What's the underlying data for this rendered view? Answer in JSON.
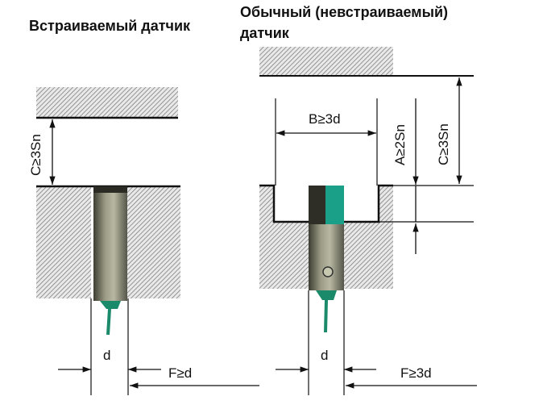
{
  "left": {
    "title": "Встраиваемый датчик",
    "gap_label": "C≥3Sn",
    "diameter_label": "d",
    "free_zone_label": "F≥d"
  },
  "right": {
    "title_line1": "Обычный (невстраиваемый)",
    "title_line2": "датчик",
    "recess_width_label": "B≥3d",
    "recess_depth_label": "A≥2Sn",
    "gap_label": "C≥3Sn",
    "diameter_label": "d",
    "free_zone_label": "F≥3d"
  },
  "colors": {
    "hatch": "#8a8a8a",
    "sensor_body": "#7a7a6a",
    "sensor_cap": "#1aa088",
    "cable": "#1a8a6a",
    "line": "#111111"
  }
}
